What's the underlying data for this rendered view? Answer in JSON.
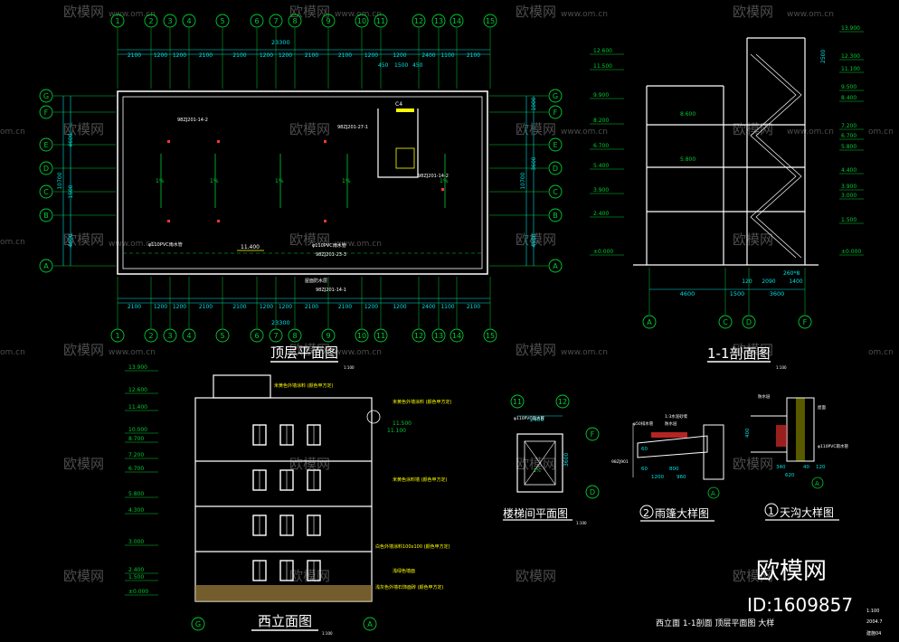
{
  "colors": {
    "background": "#000000",
    "grid_axis": "#00cc33",
    "dimension": "#00e0e0",
    "outline": "#ffffff",
    "annotation": "#ffff00",
    "accent": "#ff3333",
    "fill_brick": "#9b7c3c"
  },
  "watermark": {
    "brand": "欧模网",
    "url": "www.om.cn",
    "site_suffix": "om.cn",
    "id_text": "ID:1609857"
  },
  "top_plan": {
    "axes": [
      "1",
      "2",
      "3",
      "4",
      "5",
      "6",
      "7",
      "8",
      "9",
      "10",
      "11",
      "12",
      "13",
      "14",
      "15"
    ],
    "dims_top": [
      "2100",
      "1200",
      "1200",
      "2100",
      "2100",
      "1200",
      "1200",
      "2100",
      "2100",
      "1200",
      "1200",
      "2400",
      "1100",
      "2100"
    ],
    "dims_bottom": [
      "2100",
      "1200",
      "1200",
      "2100",
      "2100",
      "1200",
      "1200",
      "2100",
      "2100",
      "1200",
      "1200",
      "2400",
      "1100",
      "2100"
    ],
    "total": "23300",
    "sub_dims": [
      "450",
      "1500",
      "450"
    ],
    "row_axes": [
      "G",
      "F",
      "E",
      "D",
      "C",
      "B",
      "A"
    ],
    "left_dims": [
      "4600",
      "1500",
      "4600"
    ],
    "left_total": "10700",
    "right_dims": [
      "1000",
      "3600",
      "4600"
    ],
    "right_total": "10700",
    "slope": "1%",
    "elev": "11.400",
    "label_c4": "C4",
    "note1": "98ZJ201-27-1",
    "note2": "φ110PVC雨水管",
    "note3": "98ZJ201-23-3",
    "note4": "98ZJ201-14-2",
    "note5": "98ZJ201-14-1",
    "note6": "屋面防水层",
    "title": "顶层平面图",
    "scale": "1:100"
  },
  "section": {
    "title": "1-1剖面图",
    "scale": "1:100",
    "left_elevs": [
      "12.600",
      "11.500",
      "9.900",
      "8.200",
      "6.700",
      "5.400",
      "3.900",
      "2.400",
      "±0.000"
    ],
    "inner_elevs": [
      "8.600",
      "5.800"
    ],
    "right_elevs": [
      "13.900",
      "12.300",
      "11.100",
      "9.500",
      "8.400",
      "7.200",
      "6.700",
      "5.800",
      "4.400",
      "3.900",
      "3.000",
      "1.500",
      "±0.000"
    ],
    "right_dims": [
      "2500"
    ],
    "axes": [
      "A",
      "C",
      "D",
      "F"
    ],
    "dims": [
      "4600",
      "1500",
      "3600"
    ],
    "sub": [
      "120",
      "2090",
      "1400"
    ],
    "note": "260*8"
  },
  "west": {
    "title": "西立面图",
    "scale": "1:100",
    "elevs": [
      "13.900",
      "12.600",
      "11.400",
      "10.000",
      "8.700",
      "7.200",
      "6.700",
      "5.800",
      "4.300",
      "3.000",
      "2.400",
      "1.500",
      "±0.000"
    ],
    "axes": [
      "G",
      "A"
    ],
    "elev_a": "11.500",
    "elev_b": "11.100",
    "note1": "米黄色外墙涂料 (颜色甲方定)",
    "note2": "米黄色外墙涂料 (颜色甲方定)",
    "note3": "米黄色涂料墙 (颜色甲方定)",
    "note4": "白色外墙涂料100x100 (颜色甲方定)",
    "note5": "浅绿色墙面",
    "note6": "浅灰色外墙石饰面砖 (颜色甲方定)"
  },
  "stair": {
    "title": "楼梯间平面图",
    "scale": "1:100",
    "axes": [
      "11",
      "12"
    ],
    "row_axes": [
      "F",
      "D"
    ],
    "dim": "2400",
    "dim_v": "3600",
    "note": "φ110PVC雨水管",
    "slope": "1%"
  },
  "canopy": {
    "title": "雨篷大样图",
    "num": "2",
    "dims": [
      "800",
      "1200",
      "960",
      "60",
      "60"
    ],
    "note1": "1:3水泥砂浆",
    "note2": "防水层",
    "note3": "98ZJ901",
    "axis": "A",
    "label": "φ50排水管"
  },
  "gutter": {
    "title": "天沟大样图",
    "num": "1",
    "dims": [
      "400",
      "340",
      "620",
      "120",
      "40"
    ],
    "note1": "防水层",
    "note2": "φ110PVC雨水管",
    "note3": "屋面",
    "axis": "A"
  },
  "title_block": {
    "sheet": "西立面  1-1剖面  顶层平面图  大样",
    "scale": "1:100",
    "date": "2004.7",
    "code": "建施04"
  }
}
